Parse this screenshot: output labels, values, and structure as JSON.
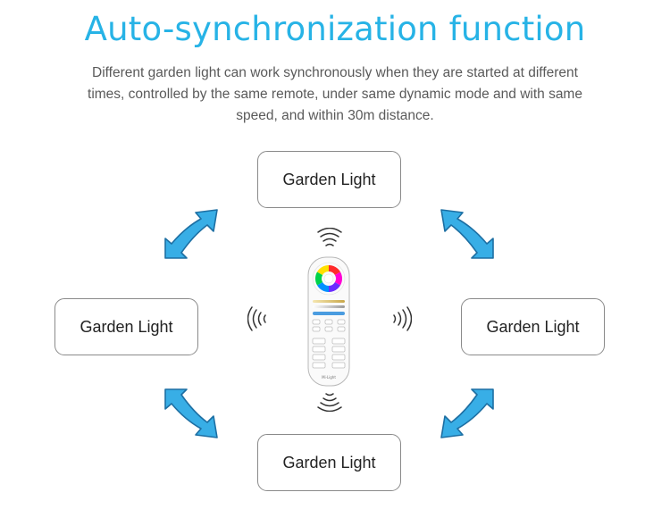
{
  "title": "Auto-synchronization function",
  "description": "Different garden light can work synchronously when they are started at different times, controlled by the same remote, under same dynamic mode and with same speed, and within 30m distance.",
  "boxes": {
    "top": "Garden Light",
    "left": "Garden Light",
    "right": "Garden Light",
    "bottom": "Garden Light"
  },
  "remote": {
    "brand": "Mi·Light"
  },
  "colors": {
    "title": "#27b3e6",
    "arrow": "#38aee6",
    "text": "#5a5a5a"
  }
}
